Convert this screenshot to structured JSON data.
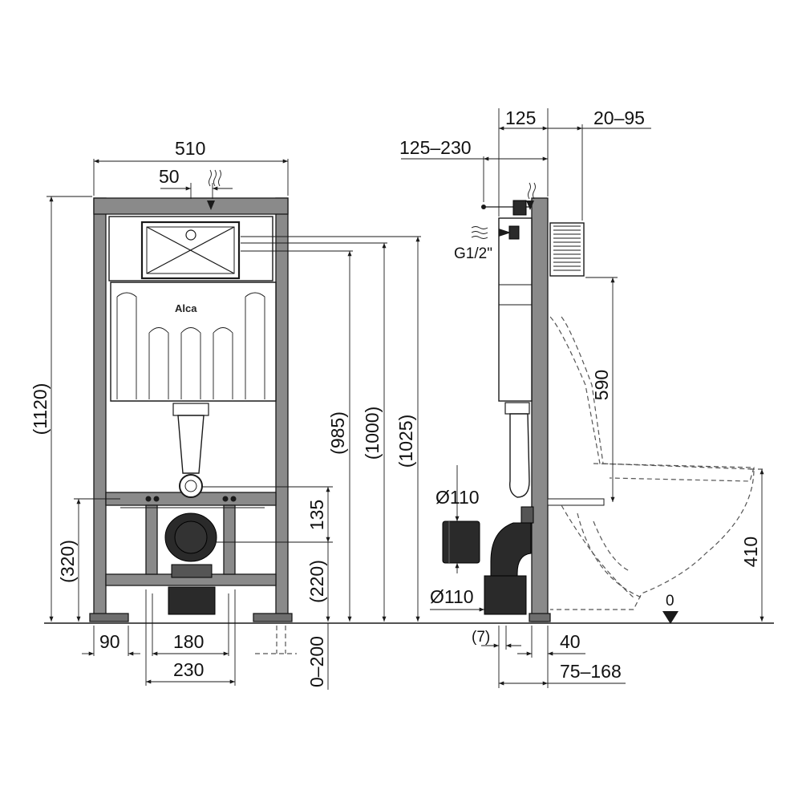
{
  "brand": {
    "logo_text": "Alca"
  },
  "front_view": {
    "dimensions": {
      "total_width": "510",
      "water_inlet_offset": "50",
      "frame_height": "(1120)",
      "height_985": "(985)",
      "height_1000": "(1000)",
      "height_1025": "(1025)",
      "crossbar_height": "(320)",
      "outlet_gap": "135",
      "outlet_height": "(220)",
      "foot_width": "90",
      "bolt_spacing": "180",
      "outer_spacing": "230",
      "foot_extension": "0–200"
    }
  },
  "side_view": {
    "dimensions": {
      "depth_125": "125",
      "wall_range": "20–95",
      "inlet_range": "125–230",
      "inlet_thread": "G1/2\"",
      "flush_height": "590",
      "drain_diameter_top": "Ø110",
      "drain_diameter_bottom": "Ø110",
      "seat_height": "410",
      "floor_level": "0",
      "offset_7": "(7)",
      "offset_40": "40",
      "frame_depth": "75–168"
    }
  }
}
